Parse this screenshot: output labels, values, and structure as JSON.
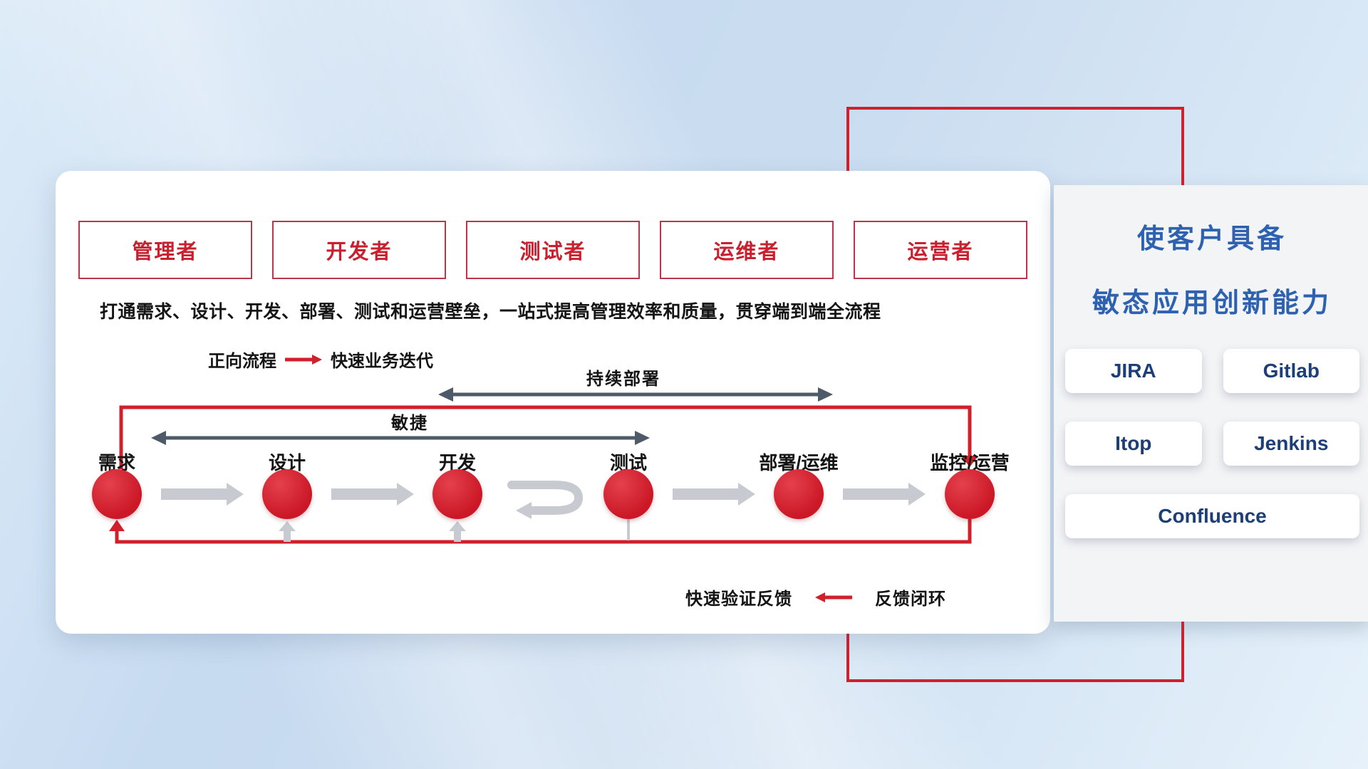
{
  "slide": {
    "roles": [
      "管理者",
      "开发者",
      "测试者",
      "运维者",
      "运营者"
    ],
    "subtitle": "打通需求、设计、开发、部署、测试和运营壁垒，一站式提高管理效率和质量，贯穿端到端全流程",
    "legend": {
      "forward_label": "正向流程",
      "forward_desc": "快速业务迭代"
    },
    "flow_arrows": {
      "continuous_deploy": "持续部署",
      "agile": "敏捷"
    },
    "stages": [
      "需求",
      "设计",
      "开发",
      "测试",
      "部署/运维",
      "监控/运营"
    ],
    "feedback": {
      "text": "快速验证反馈",
      "label": "反馈闭环"
    }
  },
  "panel": {
    "title_line1": "使客户具备",
    "title_line2": "敏态应用创新能力",
    "tools": [
      "JIRA",
      "Gitlab",
      "Itop",
      "Jenkins",
      "Confluence"
    ]
  },
  "colors": {
    "accent_red": "#d0202c",
    "title_blue": "#2e62b0",
    "tool_navy": "#1e3e78",
    "dark_arrow_gray": "#4e5a68",
    "flow_arrow_gray": "#c7cbd1"
  }
}
